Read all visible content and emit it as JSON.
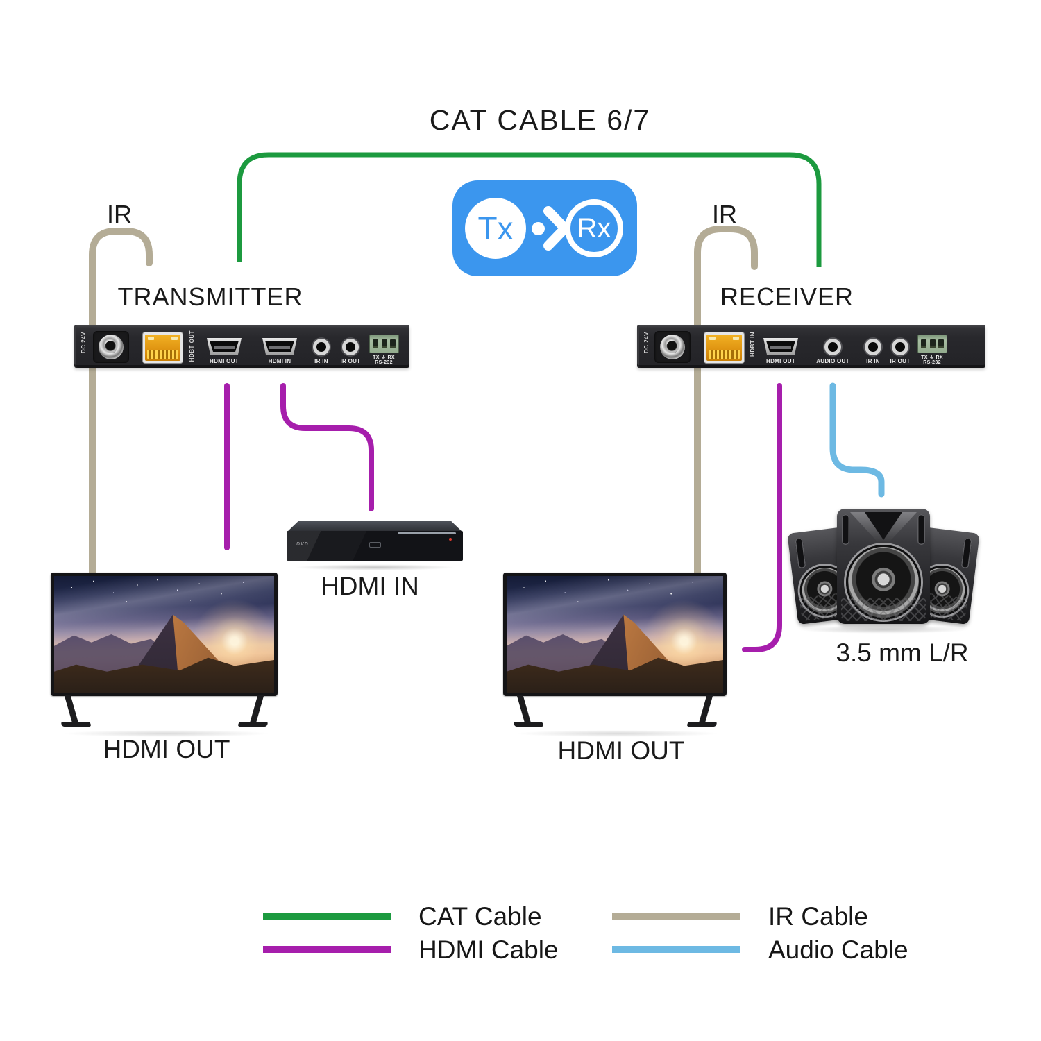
{
  "title": "CAT CABLE 6/7",
  "badge": {
    "tx": "Tx",
    "rx": "Rx"
  },
  "colors": {
    "cat": "#1c9a3f",
    "hdmi": "#a61eac",
    "ir": "#b4ac96",
    "audio": "#6db9e3",
    "badge": "#3b96ee"
  },
  "transmitter": {
    "name": "TRANSMITTER",
    "ir_label": "IR",
    "ports": {
      "dc": "DC 24V",
      "hdbt": "HDBT OUT",
      "hdmi_out": "HDMI OUT",
      "hdmi_in": "HDMI IN",
      "ir_in": "IR IN",
      "ir_out": "IR OUT",
      "rs232_top": "TX ⏚ RX",
      "rs232_bottom": "RS-232"
    }
  },
  "receiver": {
    "name": "RECEIVER",
    "ir_label": "IR",
    "ports": {
      "dc": "DC 24V",
      "hdbt": "HDBT IN",
      "hdmi_out": "HDMI OUT",
      "audio_out": "AUDIO OUT",
      "ir_in": "IR IN",
      "ir_out": "IR OUT",
      "rs232_top": "TX ⏚ RX",
      "rs232_bottom": "RS-232"
    }
  },
  "devices": {
    "dvd_logo": "DVD",
    "dvd_label": "HDMI IN",
    "tv_left_label": "HDMI OUT",
    "tv_right_label": "HDMI OUT",
    "speaker_label": "3.5 mm L/R"
  },
  "legend": [
    {
      "label": "CAT Cable",
      "color": "#1c9a3f"
    },
    {
      "label": "HDMI Cable",
      "color": "#a61eac"
    },
    {
      "label": "IR Cable",
      "color": "#b4ac96"
    },
    {
      "label": "Audio Cable",
      "color": "#6db9e3"
    }
  ]
}
